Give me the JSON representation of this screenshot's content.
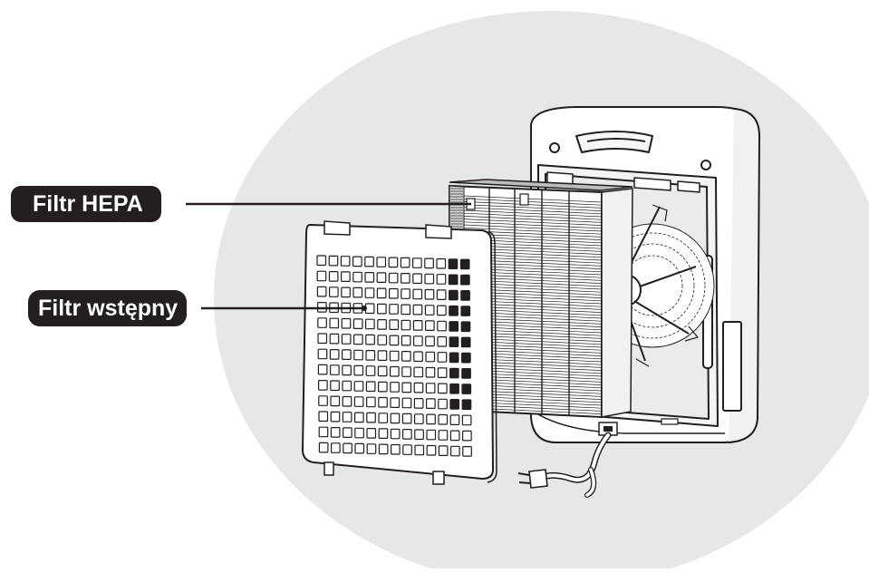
{
  "labels": {
    "hepa": "Filtr HEPA",
    "prefilter": "Filtr wstępny"
  },
  "colors": {
    "background_ellipse": "#e6e7e8",
    "label_fill": "#231f20",
    "label_text": "#ffffff",
    "line_art": "#231f20",
    "part_fill": "#ffffff"
  },
  "components": [
    "air-purifier-body",
    "hepa-filter",
    "pre-filter",
    "power-cord-plug",
    "fan"
  ]
}
